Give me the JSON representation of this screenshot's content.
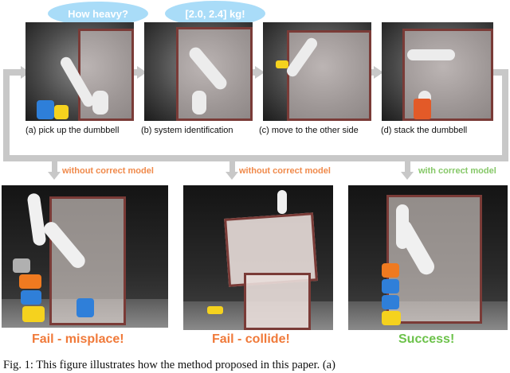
{
  "bubbles": {
    "question": "How heavy?",
    "answer": "[2.0, 2.4] kg!"
  },
  "steps": [
    {
      "caption": "(a) pick up the dumbbell"
    },
    {
      "caption": "(b) system identification"
    },
    {
      "caption": "(c) move to the other side"
    },
    {
      "caption": "(d) stack the dumbbell"
    }
  ],
  "branches": [
    {
      "label": "without correct model",
      "color": "#f08a4b"
    },
    {
      "label": "without correct model",
      "color": "#f08a4b"
    },
    {
      "label": "with correct model",
      "color": "#86c868"
    }
  ],
  "outcomes": [
    {
      "label": "Fail - misplace!",
      "color": "#f07a3a"
    },
    {
      "label": "Fail - collide!",
      "color": "#f07a3a"
    },
    {
      "label": "Success!",
      "color": "#6cc24a"
    }
  ],
  "figure_caption": "Fig. 1: This figure illustrates how the method proposed in this paper. (a)"
}
